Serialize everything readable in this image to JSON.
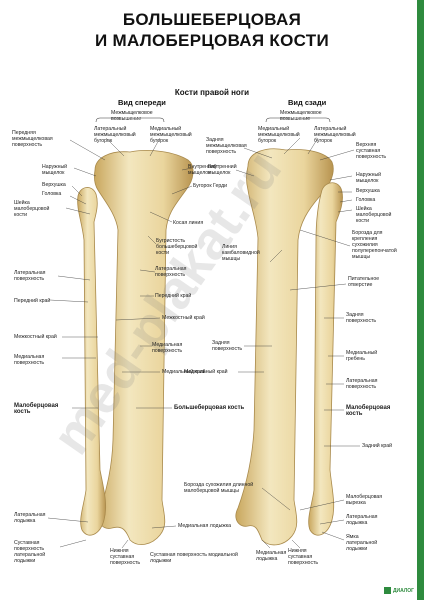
{
  "header": {
    "title_line1": "БОЛЬШЕБЕРЦОВАЯ",
    "title_line2": "И МАЛОБЕРЦОВАЯ КОСТИ",
    "subtitle": "Кости правой ноги"
  },
  "views": {
    "front": "Вид спереди",
    "back": "Вид сзади"
  },
  "labels_front": {
    "intercondylar_eminence": "Межмыщелковое\nвозвышение",
    "anterior_intercondylar": "Передняя\nмежмыщелковая\nповерхность",
    "lateral_intercondylar_tubercle": "Латеральный\nмежмыщелковый\nбугорок",
    "medial_intercondylar_tubercle": "Медиальный\nмежмыщелковый\nбугорок",
    "lateral_condyle": "Наружный\nмыщелок",
    "medial_condyle": "Внутренний\nмыщелок",
    "gerdy_tubercle": "Бугорок Герди",
    "apex": "Верхушка",
    "head": "Головка",
    "neck": "Шейка\nмалоберцовой\nкости",
    "oblique_line": "Косая линия",
    "tuberosity": "Бугристость\nбольшеберцовой\nкости",
    "lateral_surface_tibia": "Латеральная\nповерхность",
    "lateral_surface_fibula": "Латеральная\nповерхность",
    "anterior_border_tibia": "Передний край",
    "anterior_border_fibula": "Передний край",
    "interosseous_border_fibula": "Межкостный край",
    "interosseous_border_tibia": "Межкостный край",
    "medial_surface_fibula": "Медиальная\nповерхность",
    "medial_surface_tibia": "Медиальная\nповерхность",
    "medial_border": "Медиальный край",
    "fibula": "Малоберцовая\nкость",
    "tibia": "Большеберцовая кость",
    "lateral_malleolus": "Латеральная\nлодыжка",
    "medial_malleolus": "Медиальная лодыжка",
    "articular_surface_lat": "Суставная\nповерхность\nлатеральной\nлодыжки",
    "inferior_articular": "Нижняя\nсуставная\nповерхность",
    "articular_surface_med": "Суставная поверхность модиальной\nлодыжки"
  },
  "labels_back": {
    "intercondylar_eminence": "Межмыщелковое\nвозвышение",
    "posterior_intercondylar": "Задняя\nмежмыщелковая\nповерхность",
    "medial_tubercle": "Медиальный\nмежмыщелковый\nбугорок",
    "lateral_tubercle": "Латеральный\nмежмыщелковый\nбугорок",
    "upper_articular": "Верхняя\nсуставная\nповерхность",
    "medial_condyle": "Внутренний\nмыщелок",
    "lateral_condyle": "Наружный\nмыщелок",
    "apex": "Верхушка",
    "head": "Головка",
    "neck": "Шейка\nмалоберцовой\nкости",
    "soleal_line": "Линия\nкамбаловидной\nмышцы",
    "groove_semimembranosus": "Борозда для\nкрепления\nсухожилия\nполуперепончатой\nмышцы",
    "nutrient_foramen": "Питательное\nотверстие",
    "posterior_surface_fibula": "Задняя\nповерхность",
    "medial_crest": "Медиальный\nгребень",
    "posterior_surface_tibia": "Задняя\nповерхность",
    "lateral_surface": "Латеральная\nповерхность",
    "medial_border": "Медиальный край",
    "fibula": "Малоберцовая\nкость",
    "posterior_border": "Задний край",
    "groove_flexor": "Борозда сухожилия длинной\nмалоберцовой мышцы",
    "fibular_notch": "Малоберцовая\nвырезка",
    "lateral_malleolus": "Латеральная\nлодыжка",
    "malleolar_fossa": "Ямка\nлатеральной\nлодыжки",
    "inferior_articular": "Нижняя\nсуставная\nповерхность",
    "medial_malleolus": "Медиальная\nлодыжка"
  },
  "watermark": "med-plakat.ru",
  "brand": "ДИАЛОГ",
  "colors": {
    "bone_light": "#f3e7bf",
    "bone_mid": "#e3cd8c",
    "bone_dark": "#c9a75e",
    "accent": "#2e8b3e"
  }
}
